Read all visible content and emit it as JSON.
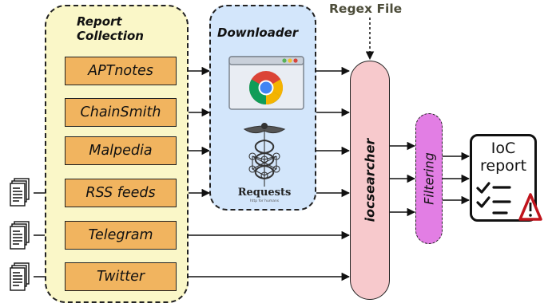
{
  "regex_file": "Regex File",
  "report_collection": {
    "title_line1": "Report",
    "title_line2": "Collection",
    "sources": [
      "APTnotes",
      "ChainSmith",
      "Malpedia",
      "RSS feeds",
      "Telegram",
      "Twitter"
    ]
  },
  "downloader": {
    "title": "Downloader",
    "tools": [
      "chrome-icon",
      "requests-logo-icon"
    ],
    "requests_label": "Requests",
    "requests_tagline": "http for humans"
  },
  "iocsearcher": "iocsearcher",
  "filtering": "Filtering",
  "output": {
    "line1": "IoC",
    "line2": "report",
    "icon": "checklist-warning-icon"
  },
  "colors": {
    "collection_bg": "#faf7c8",
    "source_box": "#f1b45f",
    "downloader_bg": "#d3e6fb",
    "iocsearcher_bg": "#f7c9cc",
    "filtering_bg": "#e27ee4",
    "warning_red": "#c0141c"
  }
}
